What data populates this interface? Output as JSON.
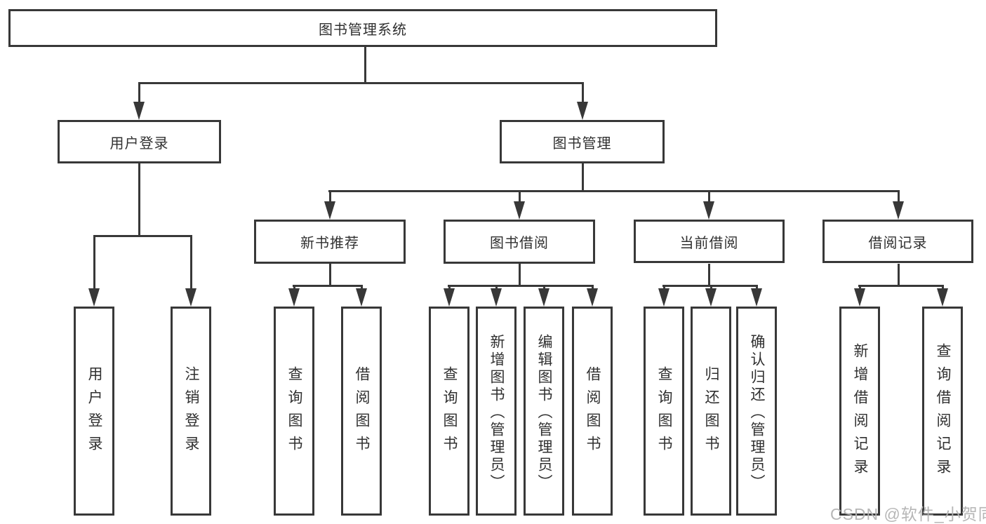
{
  "diagram": {
    "background": "#ffffff",
    "line_color": "#383838",
    "text_color": "#303030",
    "watermark_color": "#b3b3b3",
    "root": {
      "label": "图书管理系统"
    },
    "level2": [
      {
        "label": "用户登录"
      },
      {
        "label": "图书管理"
      }
    ],
    "level3": [
      {
        "label": "新书推荐"
      },
      {
        "label": "图书借阅"
      },
      {
        "label": "当前借阅"
      },
      {
        "label": "借阅记录"
      }
    ],
    "leaves": {
      "user_login": [
        {
          "label": "用户登录"
        },
        {
          "label": "注销登录"
        }
      ],
      "new_book_recommend": [
        {
          "label": "查询图书"
        },
        {
          "label": "借阅图书"
        }
      ],
      "book_borrow": [
        {
          "label": "查询图书"
        },
        {
          "label": "新增图书（管理员）"
        },
        {
          "label": "编辑图书（管理员）"
        },
        {
          "label": "借阅图书"
        }
      ],
      "current_borrow": [
        {
          "label": "查询图书"
        },
        {
          "label": "归还图书"
        },
        {
          "label": "确认归还（管理员）"
        }
      ],
      "borrow_records": [
        {
          "label": "新增借阅记录"
        },
        {
          "label": "查询借阅记录"
        }
      ]
    },
    "watermark": "CSDN @软件_小贺同学"
  }
}
